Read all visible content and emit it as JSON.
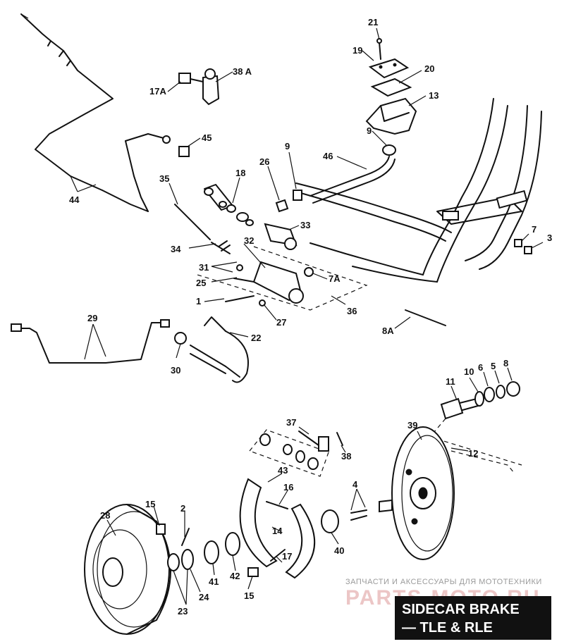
{
  "title": {
    "line1": "SIDECAR BRAKE",
    "line2": "— TLE & RLE"
  },
  "watermark": {
    "text": "ЗАПЧАСТИ И АКСЕССУАРЫ ДЛЯ МОТОТЕХНИКИ",
    "logo": "PARTS-MOTO.RU"
  },
  "callouts": {
    "c21": "21",
    "c19": "19",
    "c20": "20",
    "c13": "13",
    "c9a": "9",
    "c9b": "9",
    "c38a": "38 A",
    "c17a": "17A",
    "c45": "45",
    "c46": "46",
    "c26": "26",
    "c18": "18",
    "c35": "35",
    "c44": "44",
    "c33": "33",
    "c32": "32",
    "c34": "34",
    "c31": "31",
    "c25": "25",
    "c7a": "7A",
    "c1": "1",
    "c27": "27",
    "c36": "36",
    "c22": "22",
    "c29": "29",
    "c30": "30",
    "c8a": "8A",
    "c7": "7",
    "c3": "3",
    "c11": "11",
    "c10": "10",
    "c6": "6",
    "c5": "5",
    "c8": "8",
    "c37": "37",
    "c38": "38",
    "c39": "39",
    "c12": "12",
    "c43": "43",
    "c16": "16",
    "c4": "4",
    "c15a": "15",
    "c2": "2",
    "c28": "28",
    "c14": "14",
    "c40": "40",
    "c17": "17",
    "c41": "41",
    "c42": "42",
    "c15b": "15",
    "c23": "23",
    "c24": "24"
  }
}
